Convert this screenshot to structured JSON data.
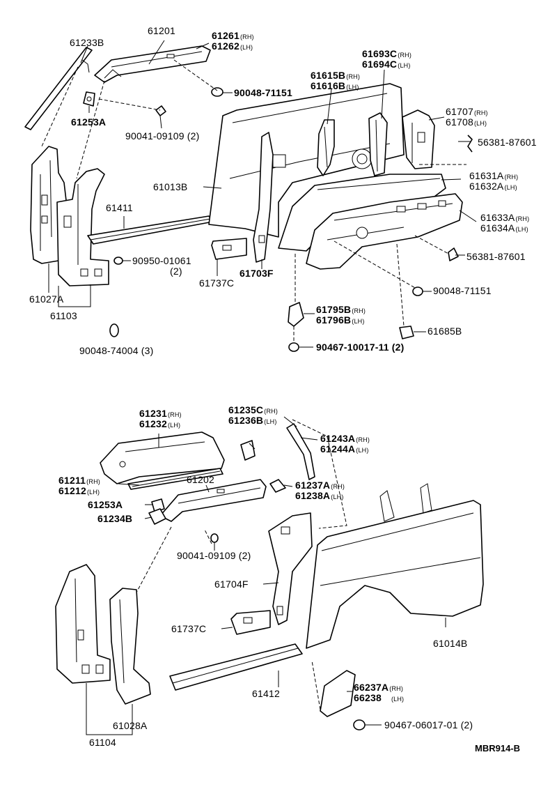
{
  "labels": {
    "p61201": "61201",
    "p61261": "61261",
    "p61262": "61262",
    "p61233B": "61233B",
    "p61253A_top": "61253A",
    "p90048_71151_a": "90048-71151",
    "p90041_09109_top": "90041-09109",
    "p90041_09109_top_qty": "(2)",
    "p61693C": "61693C",
    "p61694C": "61694C",
    "p61615B": "61615B",
    "p61616B": "61616B",
    "p61707": "61707",
    "p61708": "61708",
    "p56381_87601_a": "56381-87601",
    "p61013B": "61013B",
    "p61631A": "61631A",
    "p61632A": "61632A",
    "p61411": "61411",
    "p61633A": "61633A",
    "p61634A": "61634A",
    "p90950_01061": "90950-01061",
    "p90950_01061_qty": "(2)",
    "p56381_87601_b": "56381-87601",
    "p61027A": "61027A",
    "p61737C_top": "61737C",
    "p61703F": "61703F",
    "p90048_71151_b": "90048-71151",
    "p61103": "61103",
    "p61795B": "61795B",
    "p61796B": "61796B",
    "p61685B": "61685B",
    "p90048_74004": "90048-74004",
    "p90048_74004_qty": "(3)",
    "p90467_10017_11": "90467-10017-11",
    "p90467_10017_11_qty": "(2)",
    "p61231": "61231",
    "p61232": "61232",
    "p61235C": "61235C",
    "p61236B": "61236B",
    "p61243A": "61243A",
    "p61244A": "61244A",
    "p61211": "61211",
    "p61212": "61212",
    "p61202": "61202",
    "p61237A": "61237A",
    "p61238A": "61238A",
    "p61253A_bot": "61253A",
    "p61234B": "61234B",
    "p90041_09109_bot": "90041-09109",
    "p90041_09109_bot_qty": "(2)",
    "p61704F": "61704F",
    "p61737C_bot": "61737C",
    "p61014B": "61014B",
    "p61412": "61412",
    "p66237A": "66237A",
    "p66238": "66238",
    "p61028A": "61028A",
    "p90467_06017_01": "90467-06017-01",
    "p90467_06017_01_qty": "(2)",
    "p61104": "61104",
    "ref_code": "MBR914-B"
  },
  "side": {
    "rh": "(RH)",
    "lh": "(LH)"
  }
}
